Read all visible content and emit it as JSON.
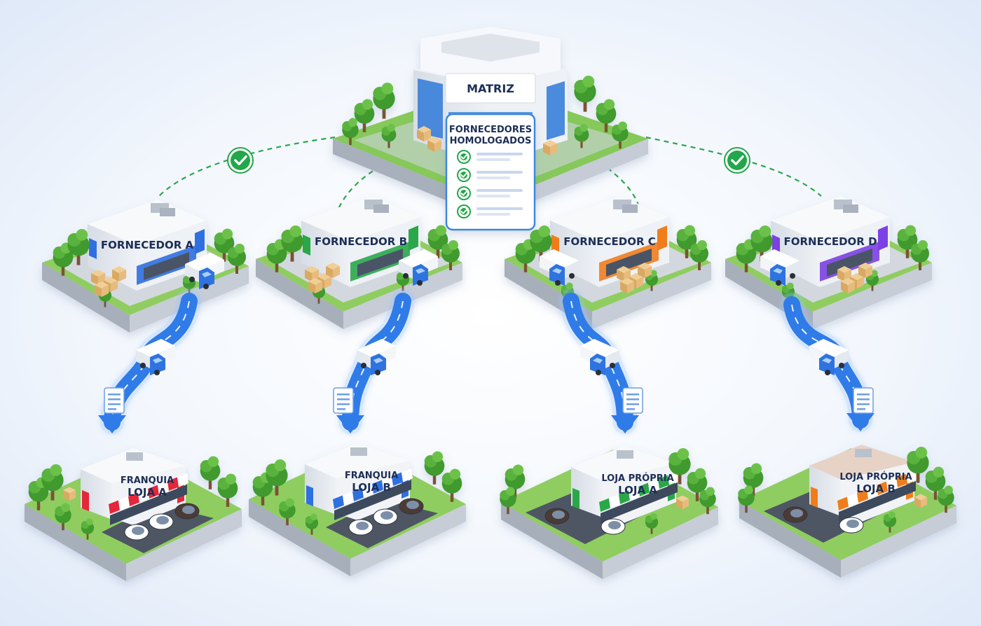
{
  "hq": {
    "label": "MATRIZ"
  },
  "approved_list": {
    "title_line1": "FORNECEDORES",
    "title_line2": "HOMOLOGADOS",
    "check_count": 4
  },
  "suppliers": [
    {
      "label": "FORNECEDOR A",
      "color": "#2f6fe0",
      "approved": true
    },
    {
      "label": "FORNECEDOR B",
      "color": "#2aa74a",
      "approved": false
    },
    {
      "label": "FORNECEDOR C",
      "color": "#f07d1c",
      "approved": false
    },
    {
      "label": "FORNECEDOR D",
      "color": "#7b3fe4",
      "approved": true
    }
  ],
  "stores": [
    {
      "line1": "FRANQUIA",
      "line2": "LOJA A",
      "awning": "#e5283a",
      "accent": "#e5283a"
    },
    {
      "line1": "FRANQUIA",
      "line2": "LOJA B",
      "awning": "#2f6fe0",
      "accent": "#2f6fe0"
    },
    {
      "line1": "LOJA PRÓPRIA",
      "line2": "LOJA A",
      "awning": "#2aa74a",
      "accent": "#2aa74a"
    },
    {
      "line1": "LOJA PRÓPRIA",
      "line2": "LOJA B",
      "awning": "#f07d1c",
      "accent": "#f07d1c"
    }
  ],
  "colors": {
    "road": "#2f7be8",
    "check": "#22a74a",
    "dashed_line": "#2aa74a",
    "label_text": "#1f2f57"
  }
}
